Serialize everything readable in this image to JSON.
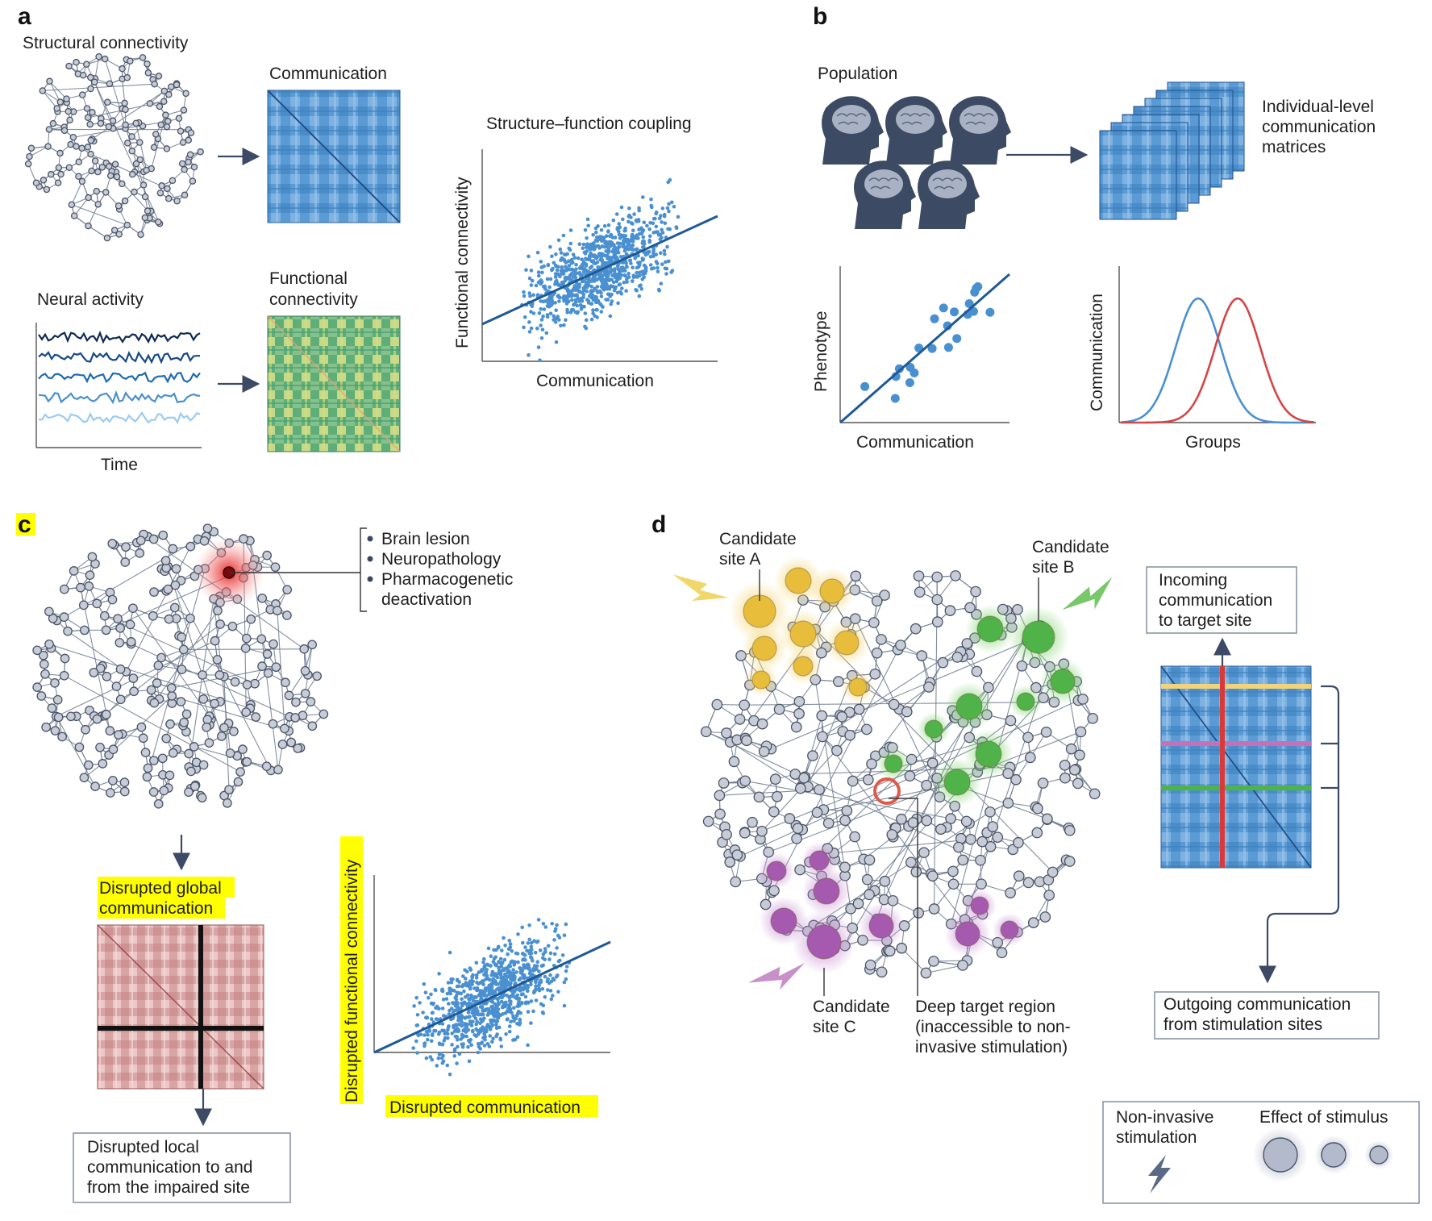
{
  "panels": {
    "a": {
      "label": "a",
      "structural_title": "Structural connectivity",
      "communication_title": "Communication",
      "neural_title": "Neural activity",
      "functional_title_1": "Functional",
      "functional_title_2": "connectivity",
      "time_label": "Time",
      "coupling_title": "Structure–function coupling",
      "coupling_xlabel": "Communication",
      "coupling_ylabel": "Functional connectivity"
    },
    "b": {
      "label": "b",
      "population_title": "Population",
      "matrices_label_1": "Individual-level",
      "matrices_label_2": "communication",
      "matrices_label_3": "matrices",
      "phenotype_xlabel": "Communication",
      "phenotype_ylabel": "Phenotype",
      "groups_xlabel": "Groups",
      "groups_ylabel": "Communication"
    },
    "c": {
      "label": "c",
      "bullets": [
        "Brain lesion",
        "Neuropathology",
        "Pharmacogenetic",
        "deactivation"
      ],
      "global_1": "Disrupted global",
      "global_2": "communication",
      "local_1": "Disrupted local",
      "local_2": "communication to and",
      "local_3": "from the impaired site",
      "scatter_xlabel": "Disrupted communication",
      "scatter_ylabel": "Disrupted functional connectivity"
    },
    "d": {
      "label": "d",
      "site_a_1": "Candidate",
      "site_a_2": "site A",
      "site_b_1": "Candidate",
      "site_b_2": "site B",
      "site_c_1": "Candidate",
      "site_c_2": "site C",
      "deep_1": "Deep target region",
      "deep_2": "(inaccessible to non-",
      "deep_3": "invasive stimulation)",
      "incoming_1": "Incoming",
      "incoming_2": "communication",
      "incoming_3": "to target site",
      "outgoing_1": "Outgoing communication",
      "outgoing_2": "from stimulation sites",
      "legend_stim_1": "Non-invasive",
      "legend_stim_2": "stimulation",
      "legend_effect": "Effect of stimulus"
    }
  },
  "colors": {
    "site_a": "#e8b830",
    "site_b": "#3fa535",
    "site_c": "#9b4fa0",
    "trend_line": "#1f5a96",
    "scatter_points": "#4a90d0",
    "curve_blue": "#4a90d0",
    "curve_red": "#d64545",
    "highlight": "#ffff00",
    "lesion": "#e02020"
  }
}
